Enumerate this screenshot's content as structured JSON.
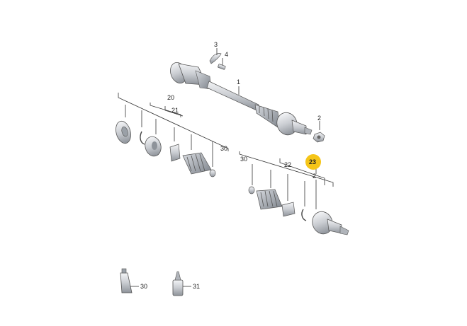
{
  "callouts": {
    "c1": "1",
    "c2a": "2",
    "c2b": "2",
    "c3": "3",
    "c4": "4",
    "c20": "20",
    "c21": "21",
    "c22": "22",
    "c23": "23",
    "c30a": "30",
    "c30b": "30",
    "c30c": "30",
    "c31": "31"
  },
  "colors": {
    "highlight": "#f5c518",
    "metal": "#d6d8dc",
    "metal_dark": "#8e939a",
    "boot": "#a9aeb5"
  }
}
